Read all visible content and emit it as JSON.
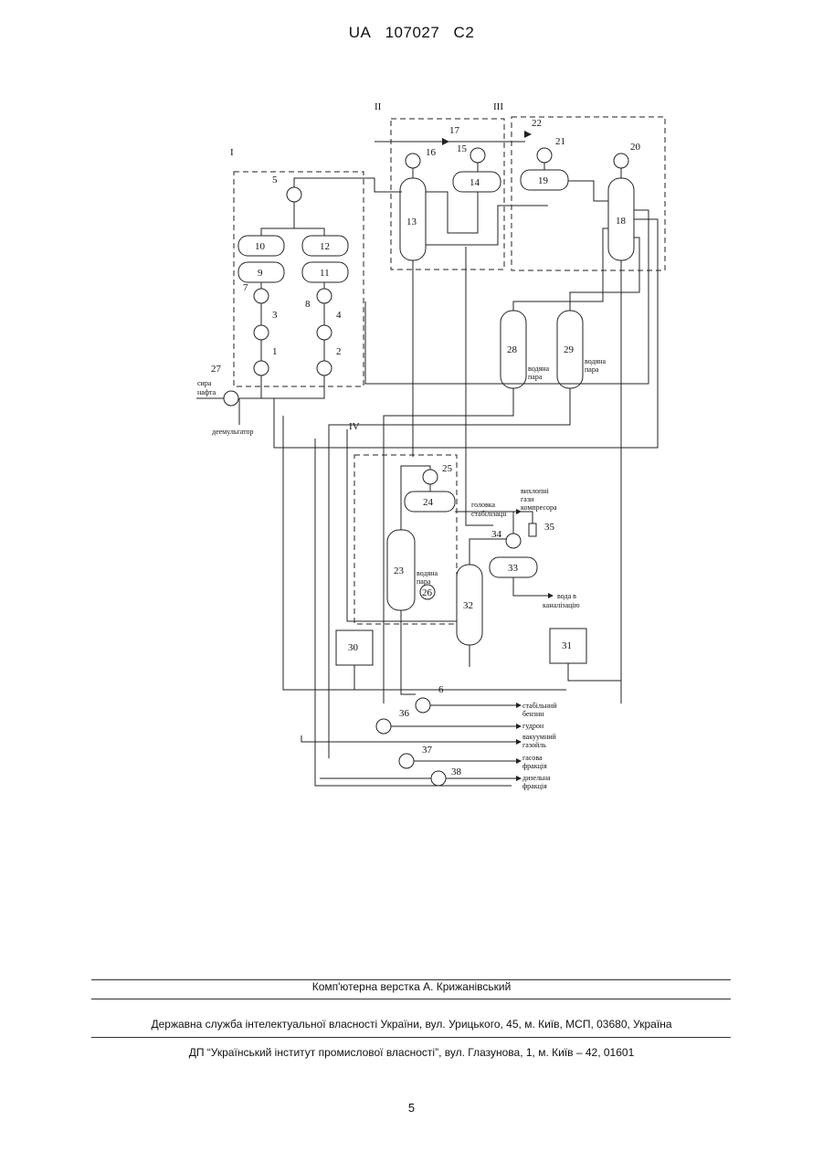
{
  "header": {
    "country": "UA",
    "number": "107027",
    "kind": "C2"
  },
  "diagram": {
    "blocks": [
      "I",
      "II",
      "III",
      "IV"
    ],
    "equipment_numbers": [
      "1",
      "2",
      "3",
      "4",
      "5",
      "6",
      "7",
      "8",
      "9",
      "10",
      "11",
      "12",
      "13",
      "14",
      "15",
      "16",
      "17",
      "18",
      "19",
      "20",
      "21",
      "22",
      "23",
      "24",
      "25",
      "26",
      "27",
      "28",
      "29",
      "30",
      "31",
      "32",
      "33",
      "34",
      "35",
      "36",
      "37",
      "38"
    ],
    "labels": {
      "crude_1": "сира",
      "crude_2": "нафта",
      "demulsifier": "деемульгатор",
      "steam_28_1": "водяна",
      "steam_28_2": "пара",
      "steam_29_1": "водяна",
      "steam_29_2": "пара",
      "steam_23_1": "водяна",
      "steam_23_2": "пара",
      "stab_head_1": "головка",
      "stab_head_2": "стабілізації",
      "exhaust_1": "вихлопні",
      "exhaust_2": "гази",
      "exhaust_3": "компресора",
      "water_1": "вода в",
      "water_2": "каналізацію",
      "out_gasoline_1": "стабільний",
      "out_gasoline_2": "бензин",
      "out_tar": "гудрон",
      "out_vgo_1": "вакуумний",
      "out_vgo_2": "газойль",
      "out_kero_1": "гасова",
      "out_kero_2": "фракція",
      "out_diesel_1": "дизельна",
      "out_diesel_2": "фракція"
    }
  },
  "footer": {
    "layout_credit": "Комп'ютерна верстка А. Крижанівський",
    "agency": "Державна служба інтелектуальної власності України, вул. Урицького, 45, м. Київ, МСП, 03680, Україна",
    "institute": "ДП “Український інститут промислової власності”, вул. Глазунова, 1, м. Київ – 42, 01601",
    "page": "5"
  }
}
